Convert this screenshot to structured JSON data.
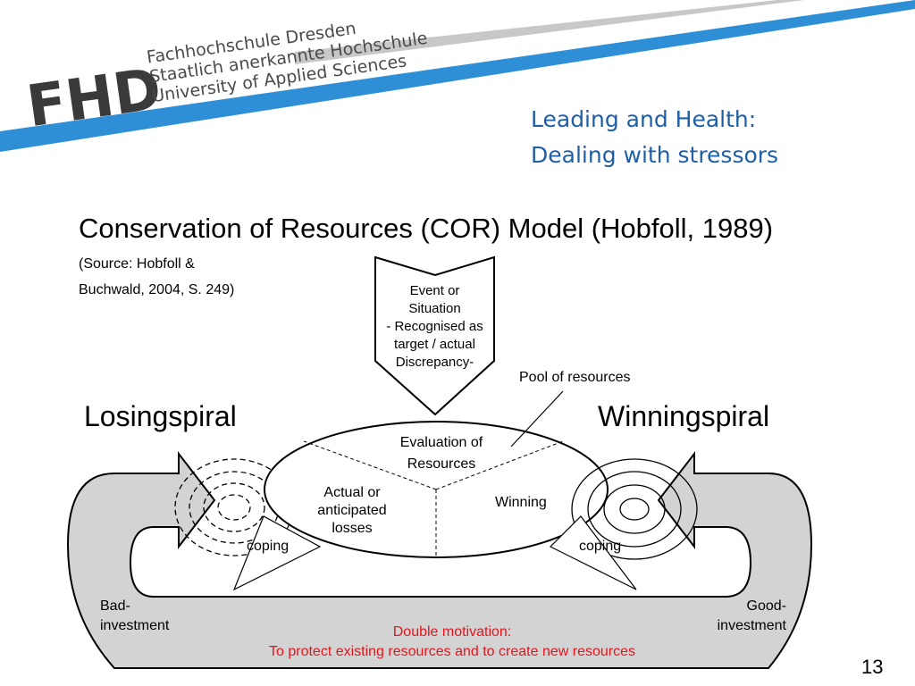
{
  "logo": {
    "mark": "FHD",
    "line1": "Fachhochschule Dresden",
    "line2": "Staatlich anerkannte Hochschule",
    "line3": "University of Applied Sciences"
  },
  "header": {
    "title_line1": "Leading and Health:",
    "title_line2": "Dealing with stressors"
  },
  "slide": {
    "title": "Conservation of Resources (COR) Model (Hobfoll, 1989)",
    "source_line1": "(Source: Hobfoll &",
    "source_line2": "Buchwald, 2004, S. 249)",
    "page_number": "13"
  },
  "diagram": {
    "event_line1": "Event or",
    "event_line2": "Situation",
    "event_line3": "- Recognised as",
    "event_line4": "target / actual",
    "event_line5": "Discrepancy-",
    "pool_label": "Pool of resources",
    "losing_label": "Losingspiral",
    "winning_label": "Winningspiral",
    "evaluation_line1": "Evaluation of",
    "evaluation_line2": "Resources",
    "losses_line1": "Actual or",
    "losses_line2": "anticipated",
    "losses_line3": "losses",
    "winning_sector": "Winning",
    "coping_left": "coping",
    "coping_right": "coping",
    "bad_line1": "Bad-",
    "bad_line2": "investment",
    "good_line1": "Good-",
    "good_line2": "investment",
    "motivation_line1": "Double motivation:",
    "motivation_line2": "To protect existing resources and to create new resources"
  },
  "colors": {
    "title_blue": "#1f5fa6",
    "band_blue": "#2f8fd6",
    "band_grey": "#c8c8c8",
    "loop_fill": "#d3d3d3",
    "motivation_red": "#e8141c"
  }
}
